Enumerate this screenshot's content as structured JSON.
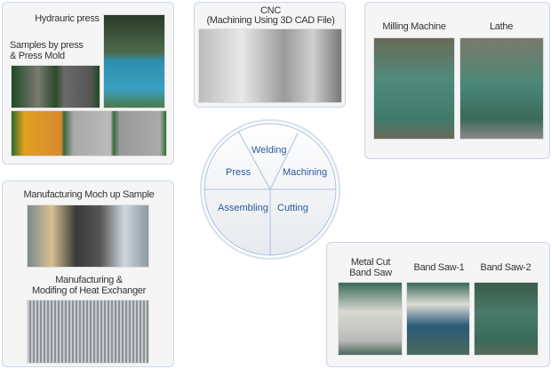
{
  "press_panel": {
    "hydraulic_label": "Hydrauric press",
    "samples_label_1": "Samples by press",
    "samples_label_2": "& Press Mold"
  },
  "cnc_panel": {
    "title": "CNC",
    "subtitle": "(Machining Using 3D CAD File)"
  },
  "milling_panel": {
    "milling_label": "Milling Machine",
    "lathe_label": "Lathe"
  },
  "process_circle": {
    "segments": [
      "Welding",
      "Press",
      "Machining",
      "Assembling",
      "Cutting"
    ]
  },
  "mockup_panel": {
    "mockup_label": "Manufacturing Moch up Sample",
    "heat_label_1": "Manufacturing &",
    "heat_label_2": "Modifing of Heat Exchanger"
  },
  "saw_panel": {
    "metal_cut_1": "Metal Cut",
    "metal_cut_2": "Band Saw",
    "band_saw_1": "Band Saw-1",
    "band_saw_2": "Band Saw-2"
  },
  "colors": {
    "accent": "#2b5a9b",
    "border": "#c8d5ea"
  }
}
